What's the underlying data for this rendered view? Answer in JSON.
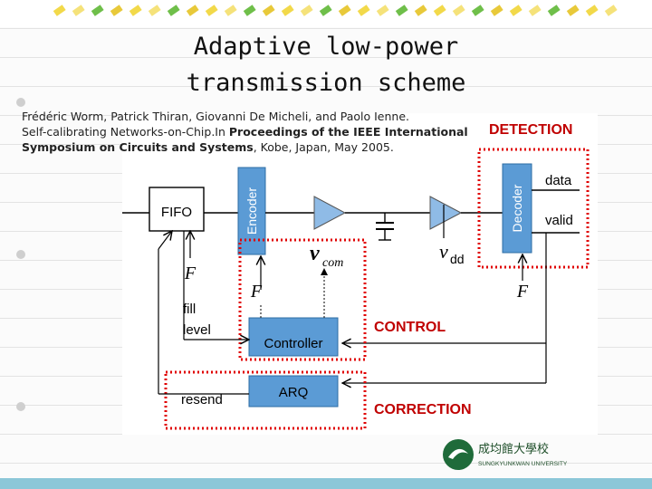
{
  "title_lines": [
    "Adaptive low-power",
    "transmission scheme"
  ],
  "citation": {
    "line1": "Frédéric Worm, Patrick Thiran, Giovanni De Micheli, and Paolo Ienne.",
    "line2_plain": "Self-calibrating Networks-on-Chip.In ",
    "line2_bold": "Proceedings of the IEEE International",
    "line3_bold": "Symposium on Circuits and Systems",
    "line3_plain": ", Kobe, Japan, May 2005."
  },
  "diagram": {
    "blocks": {
      "fifo": "FIFO",
      "encoder": "Encoder",
      "decoder": "Decoder",
      "controller": "Controller",
      "arq": "ARQ"
    },
    "signals": {
      "data": "data",
      "valid": "valid",
      "fill": "fill",
      "level": "level",
      "resend": "resend",
      "f_fifo": "F",
      "f_encoder": "F",
      "f_decoder": "F",
      "vcom_v": "v",
      "vcom_sub": "com",
      "vdd_v": "v",
      "vdd_sub": "dd"
    },
    "regions": {
      "detection": "DETECTION",
      "control": "CONTROL",
      "correction": "CORRECTION"
    },
    "colors": {
      "block_fill": "#5b9bd5",
      "region_text": "#c00000",
      "region_border": "#e00000",
      "buffer_fill": "#8fbbe6"
    }
  },
  "logo": {
    "chinese": "成均館大學校",
    "english": "SUNGKYUNKWAN UNIVERSITY"
  }
}
